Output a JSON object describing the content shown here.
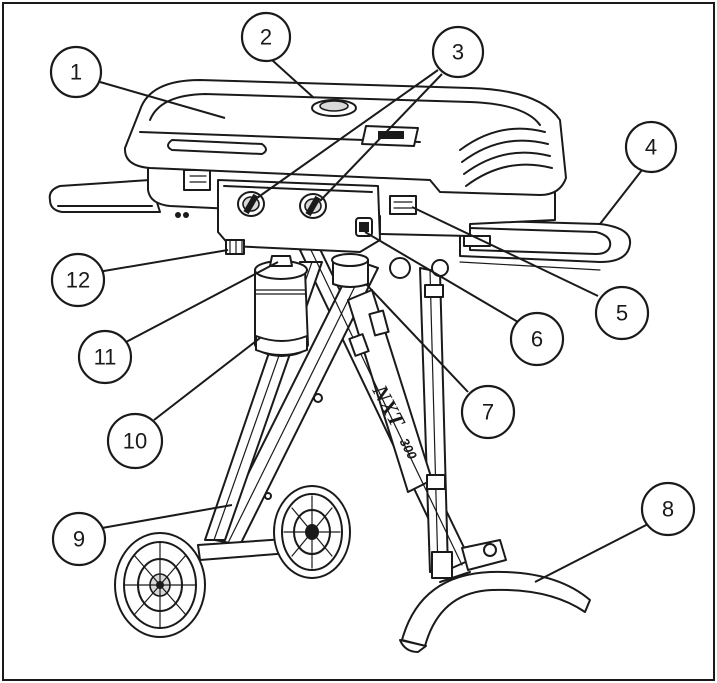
{
  "diagram": {
    "product_brand": "NXT",
    "product_model": "300",
    "callouts": [
      {
        "id": "c1",
        "label": "1"
      },
      {
        "id": "c2",
        "label": "2"
      },
      {
        "id": "c3",
        "label": "3"
      },
      {
        "id": "c4",
        "label": "4"
      },
      {
        "id": "c5",
        "label": "5"
      },
      {
        "id": "c6",
        "label": "6"
      },
      {
        "id": "c7",
        "label": "7"
      },
      {
        "id": "c8",
        "label": "8"
      },
      {
        "id": "c9",
        "label": "9"
      },
      {
        "id": "c10",
        "label": "10"
      },
      {
        "id": "c11",
        "label": "11"
      },
      {
        "id": "c12",
        "label": "12"
      }
    ]
  },
  "colors": {
    "line": "#1a1a1a",
    "background": "#ffffff",
    "shade": "#d9d9d9"
  }
}
